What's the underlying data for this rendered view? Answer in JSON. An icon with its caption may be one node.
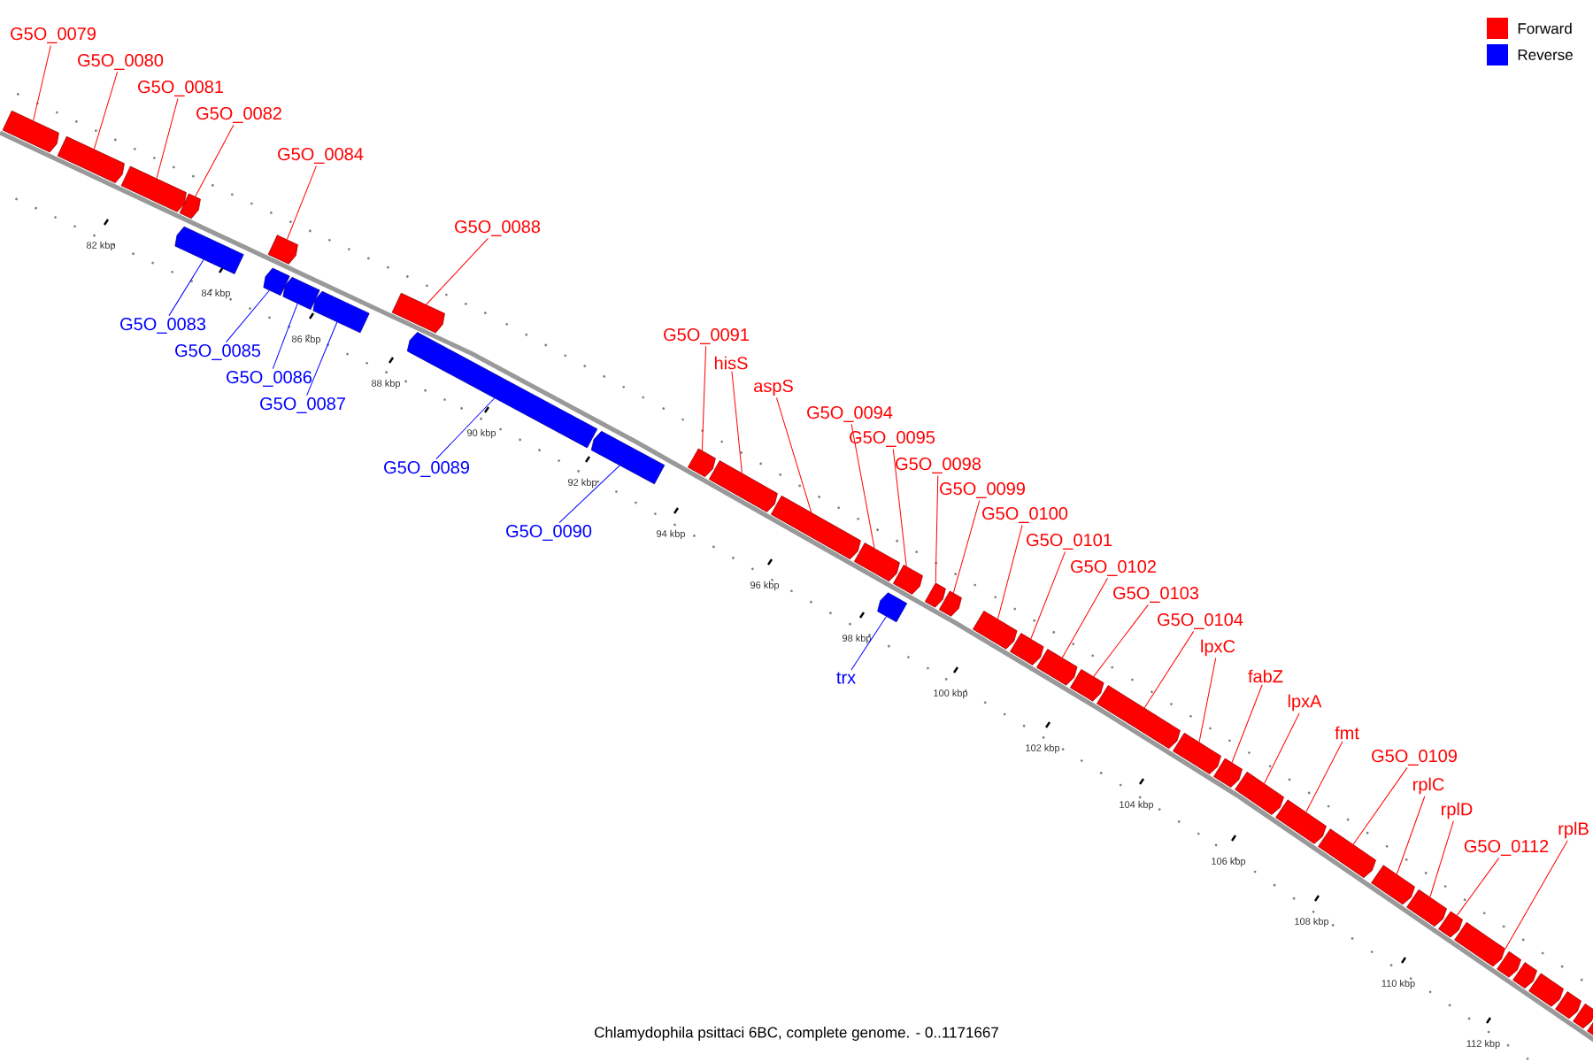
{
  "diagram": {
    "caption": "Chlamydophila psittaci 6BC, complete genome. - 0..1171667",
    "nodes": [
      {
        "text": [
          "G5O_0079"
        ]
      },
      {
        "text": [
          "G5O_0080"
        ]
      },
      {
        "text": [
          "G5O_0081"
        ]
      },
      {
        "text": [
          "G5O_0082"
        ]
      },
      {
        "text": [
          "G5O_0084"
        ]
      },
      {
        "text": [
          "G5O_0088"
        ]
      },
      {
        "text": [
          "G5O_0083"
        ]
      },
      {
        "text": [
          "G5O_0085"
        ]
      },
      {
        "text": [
          "G5O_0086"
        ]
      },
      {
        "text": [
          "G5O_0087"
        ]
      },
      {
        "text": [
          "G5O_0089"
        ]
      },
      {
        "text": [
          "G5O_0090"
        ]
      },
      {
        "text": [
          "G5O_0091"
        ]
      },
      {
        "text": [
          "hisS"
        ]
      },
      {
        "text": [
          "aspS"
        ]
      },
      {
        "text": [
          "G5O_0094"
        ]
      },
      {
        "text": [
          "G5O_0095"
        ]
      },
      {
        "text": [
          "G5O_0098"
        ]
      },
      {
        "text": [
          "G5O_0099"
        ]
      },
      {
        "text": [
          "G5O_0100"
        ]
      },
      {
        "text": [
          "G5O_0101"
        ]
      },
      {
        "text": [
          "G5O_0102"
        ]
      },
      {
        "text": [
          "G5O_0103"
        ]
      },
      {
        "text": [
          "G5O_0104"
        ]
      },
      {
        "text": [
          "lpxC"
        ]
      },
      {
        "text": [
          "fabZ"
        ]
      },
      {
        "text": [
          "lpxA"
        ]
      },
      {
        "text": [
          "fmt"
        ]
      },
      {
        "text": [
          "G5O_0109"
        ]
      },
      {
        "text": [
          "rplC"
        ]
      },
      {
        "text": [
          "rplD"
        ]
      },
      {
        "text": [
          "G5O_0112"
        ]
      },
      {
        "text": [
          "rplB"
        ]
      },
      {
        "text": [
          "trx"
        ]
      },
      {
        "text": [],
        "shape": "bar"
      },
      {
        "text": [],
        "shape": "bar"
      },
      {
        "text": [],
        "shape": "bar"
      },
      {
        "text": [],
        "shape": "bar"
      },
      {
        "text": [],
        "shape": "bar"
      },
      {
        "text": [],
        "shape": "bar"
      },
      {
        "text": [],
        "shape": "bar"
      },
      {
        "text": [],
        "shape": "bar"
      },
      {
        "text": [],
        "shape": "bar"
      },
      {
        "text": [],
        "shape": "bar"
      },
      {
        "text": [],
        "shape": "bar"
      },
      {
        "text": [],
        "shape": "bar"
      },
      {
        "text": [],
        "shape": "bar"
      },
      {
        "text": [],
        "shape": "bar"
      },
      {
        "text": [],
        "shape": "bar"
      },
      {
        "text": [],
        "shape": "bar"
      },
      {
        "text": [],
        "shape": "bar"
      },
      {
        "text": [],
        "shape": "bar"
      },
      {
        "text": [],
        "shape": "bar"
      },
      {
        "text": [],
        "shape": "bar"
      },
      {
        "text": [],
        "shape": "bar"
      },
      {
        "text": [],
        "shape": "bar"
      },
      {
        "text": [],
        "shape": "bar"
      },
      {
        "text": [],
        "shape": "bar"
      },
      {
        "text": [],
        "shape": "bar"
      },
      {
        "text": [],
        "shape": "bar"
      },
      {
        "text": [],
        "shape": "bar"
      },
      {
        "text": [],
        "shape": "bar"
      },
      {
        "text": [],
        "shape": "bar"
      },
      {
        "text": [],
        "shape": "bar"
      },
      {
        "text": [],
        "shape": "bar"
      },
      {
        "text": [],
        "shape": "bar"
      },
      {
        "text": [],
        "shape": "bar"
      },
      {
        "text": [],
        "shape": "bar"
      },
      {
        "text": [],
        "shape": "bar"
      },
      {
        "text": [],
        "shape": "bar"
      },
      {
        "text": [],
        "shape": "bar"
      },
      {
        "text": [],
        "shape": "bar"
      },
      {
        "text": [],
        "shape": "bar"
      },
      {
        "text": [],
        "shape": "bar"
      }
    ],
    "edges": [
      {
        "from": 0,
        "to": 34,
        "arrow": "none"
      },
      {
        "from": 1,
        "to": 35,
        "arrow": "none"
      },
      {
        "from": 2,
        "to": 36,
        "arrow": "none"
      },
      {
        "from": 3,
        "to": 37,
        "arrow": "none"
      },
      {
        "from": 4,
        "to": 38,
        "arrow": "none"
      },
      {
        "from": 5,
        "to": 39,
        "arrow": "none"
      },
      {
        "from": 6,
        "to": 40,
        "arrow": "none",
        "color": "#0000ff"
      },
      {
        "from": 7,
        "to": 41,
        "arrow": "none",
        "color": "#0000ff"
      },
      {
        "from": 8,
        "to": 42,
        "arrow": "none",
        "color": "#0000ff"
      },
      {
        "from": 9,
        "to": 43,
        "arrow": "none",
        "color": "#0000ff"
      },
      {
        "from": 10,
        "to": 44,
        "arrow": "none",
        "color": "#0000ff"
      },
      {
        "from": 11,
        "to": 45,
        "arrow": "none",
        "color": "#0000ff"
      },
      {
        "from": 12,
        "to": 46,
        "arrow": "none"
      },
      {
        "from": 13,
        "to": 47,
        "arrow": "none"
      },
      {
        "from": 14,
        "to": 48,
        "arrow": "none"
      },
      {
        "from": 15,
        "to": 49,
        "arrow": "none"
      },
      {
        "from": 16,
        "to": 50,
        "arrow": "none"
      },
      {
        "from": 17,
        "to": 51,
        "arrow": "none"
      },
      {
        "from": 18,
        "to": 52,
        "arrow": "none"
      },
      {
        "from": 19,
        "to": 53,
        "arrow": "none"
      },
      {
        "from": 20,
        "to": 54,
        "arrow": "none"
      },
      {
        "from": 21,
        "to": 55,
        "arrow": "none"
      },
      {
        "from": 22,
        "to": 56,
        "arrow": "none"
      },
      {
        "from": 23,
        "to": 57,
        "arrow": "none"
      },
      {
        "from": 24,
        "to": 58,
        "arrow": "none"
      },
      {
        "from": 25,
        "to": 59,
        "arrow": "none"
      },
      {
        "from": 26,
        "to": 60,
        "arrow": "none"
      },
      {
        "from": 27,
        "to": 61,
        "arrow": "none"
      },
      {
        "from": 28,
        "to": 62,
        "arrow": "none"
      },
      {
        "from": 29,
        "to": 63,
        "arrow": "none"
      },
      {
        "from": 30,
        "to": 64,
        "arrow": "none"
      },
      {
        "from": 31,
        "to": 65,
        "arrow": "none"
      },
      {
        "from": 32,
        "to": 66,
        "arrow": "none"
      },
      {
        "from": 33,
        "to": 67,
        "arrow": "none",
        "color": "#0000ff"
      }
    ],
    "labels": [
      "82 kbp",
      "84 kbp",
      "86 kbp",
      "88 kbp",
      "90 kbp",
      "92 kbp",
      "94 kbp",
      "96 kbp",
      "98 kbp",
      "100 kbp",
      "102 kbp",
      "104 kbp",
      "106 kbp",
      "108 kbp",
      "110 kbp",
      "112 kbp"
    ],
    "legend": [
      {
        "text": "Forward",
        "color": "#ff0000"
      },
      {
        "text": "Reverse",
        "color": "#0000ff"
      }
    ]
  }
}
